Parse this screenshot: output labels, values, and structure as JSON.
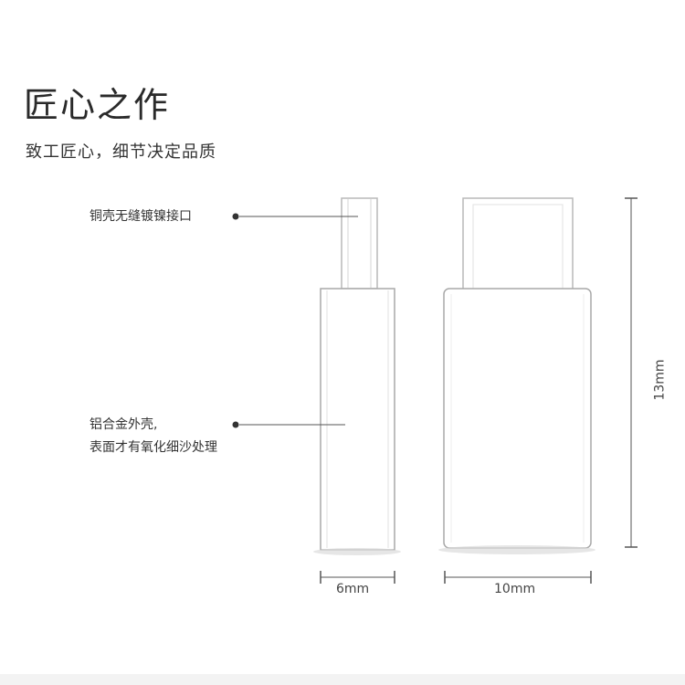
{
  "heading": {
    "title": "匠心之作",
    "subtitle": "致工匠心，细节决定品质"
  },
  "callouts": {
    "port": "铜壳无缝镀镍接口",
    "shell_line1": "铝合金外壳,",
    "shell_line2": "表面才有氧化细沙处理"
  },
  "dimensions": {
    "side_width": "6mm",
    "front_width": "10mm",
    "height": "13mm"
  }
}
